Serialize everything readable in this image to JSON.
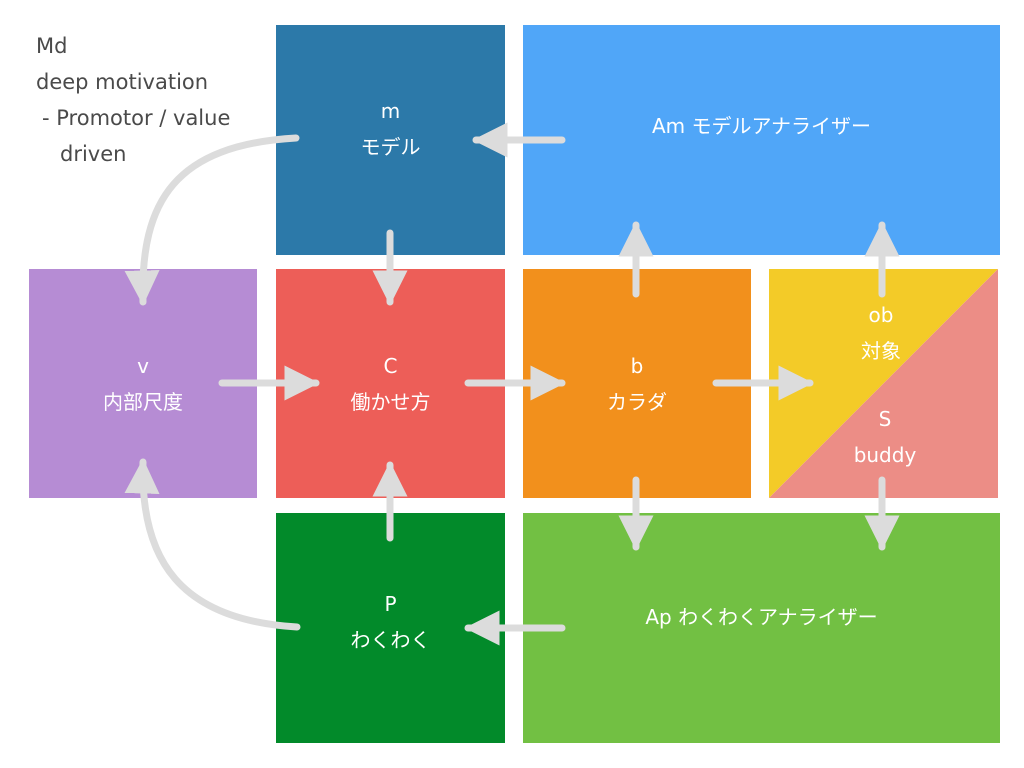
{
  "note": {
    "line1": "Md",
    "line2": "deep motivation",
    "line3": " - Promotor / value",
    "line4": "driven"
  },
  "boxes": {
    "m": {
      "code": "m",
      "label": "モデル",
      "color": "#2c79a9"
    },
    "am": {
      "label": "Am モデルアナライザー",
      "color": "#50a6f8"
    },
    "v": {
      "code": "v",
      "label": "内部尺度",
      "color": "#b68cd4"
    },
    "c": {
      "code": "C",
      "label": "働かせ方",
      "color": "#ed5e58"
    },
    "b": {
      "code": "b",
      "label": "カラダ",
      "color": "#f2901c"
    },
    "ob": {
      "code": "ob",
      "label": "対象",
      "color": "#f3cb28"
    },
    "s": {
      "code": "S",
      "label": "buddy",
      "color": "#ec8d86"
    },
    "p": {
      "code": "P",
      "label": "わくわく",
      "color": "#028a2a"
    },
    "ap": {
      "label": "Ap わくわくアナライザー",
      "color": "#72c043"
    }
  }
}
